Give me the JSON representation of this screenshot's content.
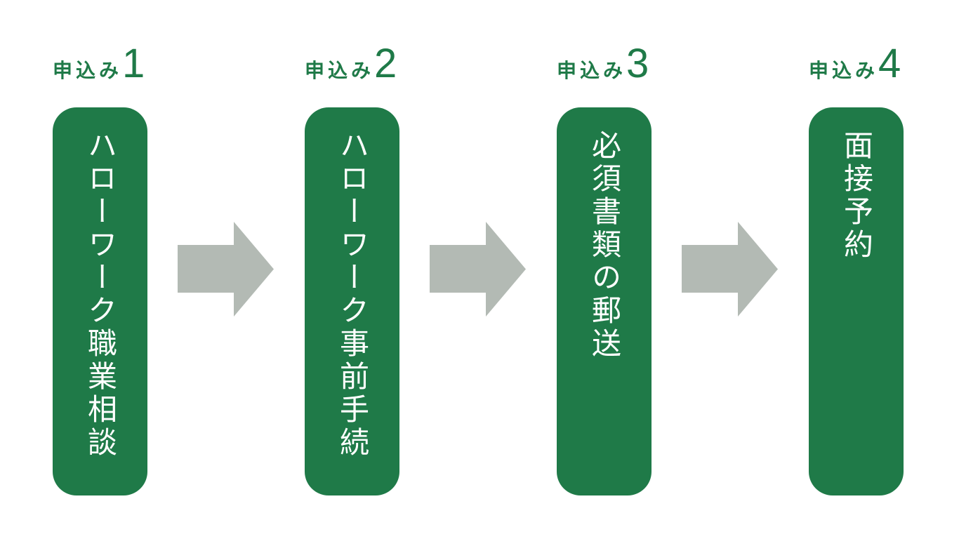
{
  "colors": {
    "background": "#ffffff",
    "box": "#1f7a48",
    "box_text": "#ffffff",
    "label": "#1f7a48",
    "arrow": "#b3bab4"
  },
  "steps": [
    {
      "label_prefix": "申込み",
      "label_number": "1",
      "box_text": "ハローワーク職業相談"
    },
    {
      "label_prefix": "申込み",
      "label_number": "2",
      "box_text": "ハローワーク事前手続"
    },
    {
      "label_prefix": "申込み",
      "label_number": "3",
      "box_text": "必須書類の郵送"
    },
    {
      "label_prefix": "申込み",
      "label_number": "4",
      "box_text": "面接予約"
    }
  ],
  "arrows": [
    {
      "name": "arrow-right"
    },
    {
      "name": "arrow-right"
    },
    {
      "name": "arrow-right"
    }
  ]
}
